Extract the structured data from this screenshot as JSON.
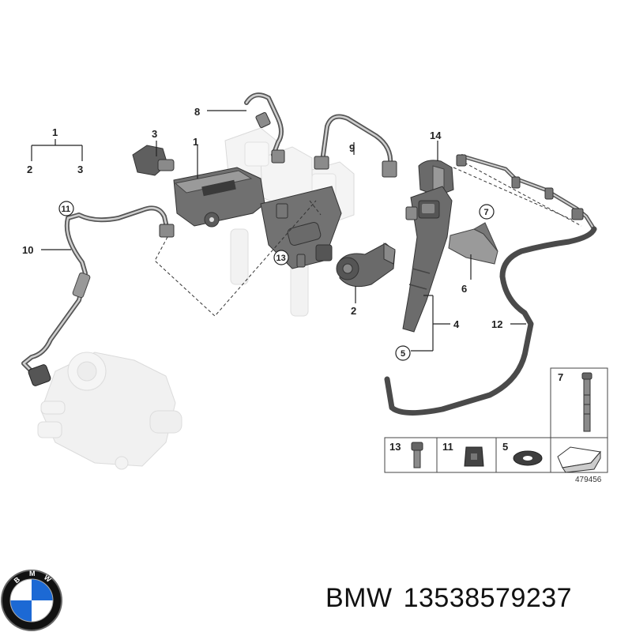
{
  "diagram": {
    "callouts": {
      "c1_top": "1",
      "c2_top": "2",
      "c3_top": "3",
      "c3": "3",
      "c1": "1",
      "c8": "8",
      "c9": "9",
      "c11": "11",
      "c10": "10",
      "c13": "13",
      "c2": "2",
      "c14": "14",
      "c7": "7",
      "c6": "6",
      "c4": "4",
      "c5": "5",
      "c12": "12"
    },
    "legend": {
      "c7": "7",
      "c13": "13",
      "c11": "11",
      "c5": "5"
    },
    "reference_number": "479456"
  },
  "footer": {
    "brand": "BMW",
    "part_number": "13538579237"
  },
  "colors": {
    "line": "#222222",
    "part_gray": "#6b6b6b",
    "part_light": "#d8d8d8"
  }
}
